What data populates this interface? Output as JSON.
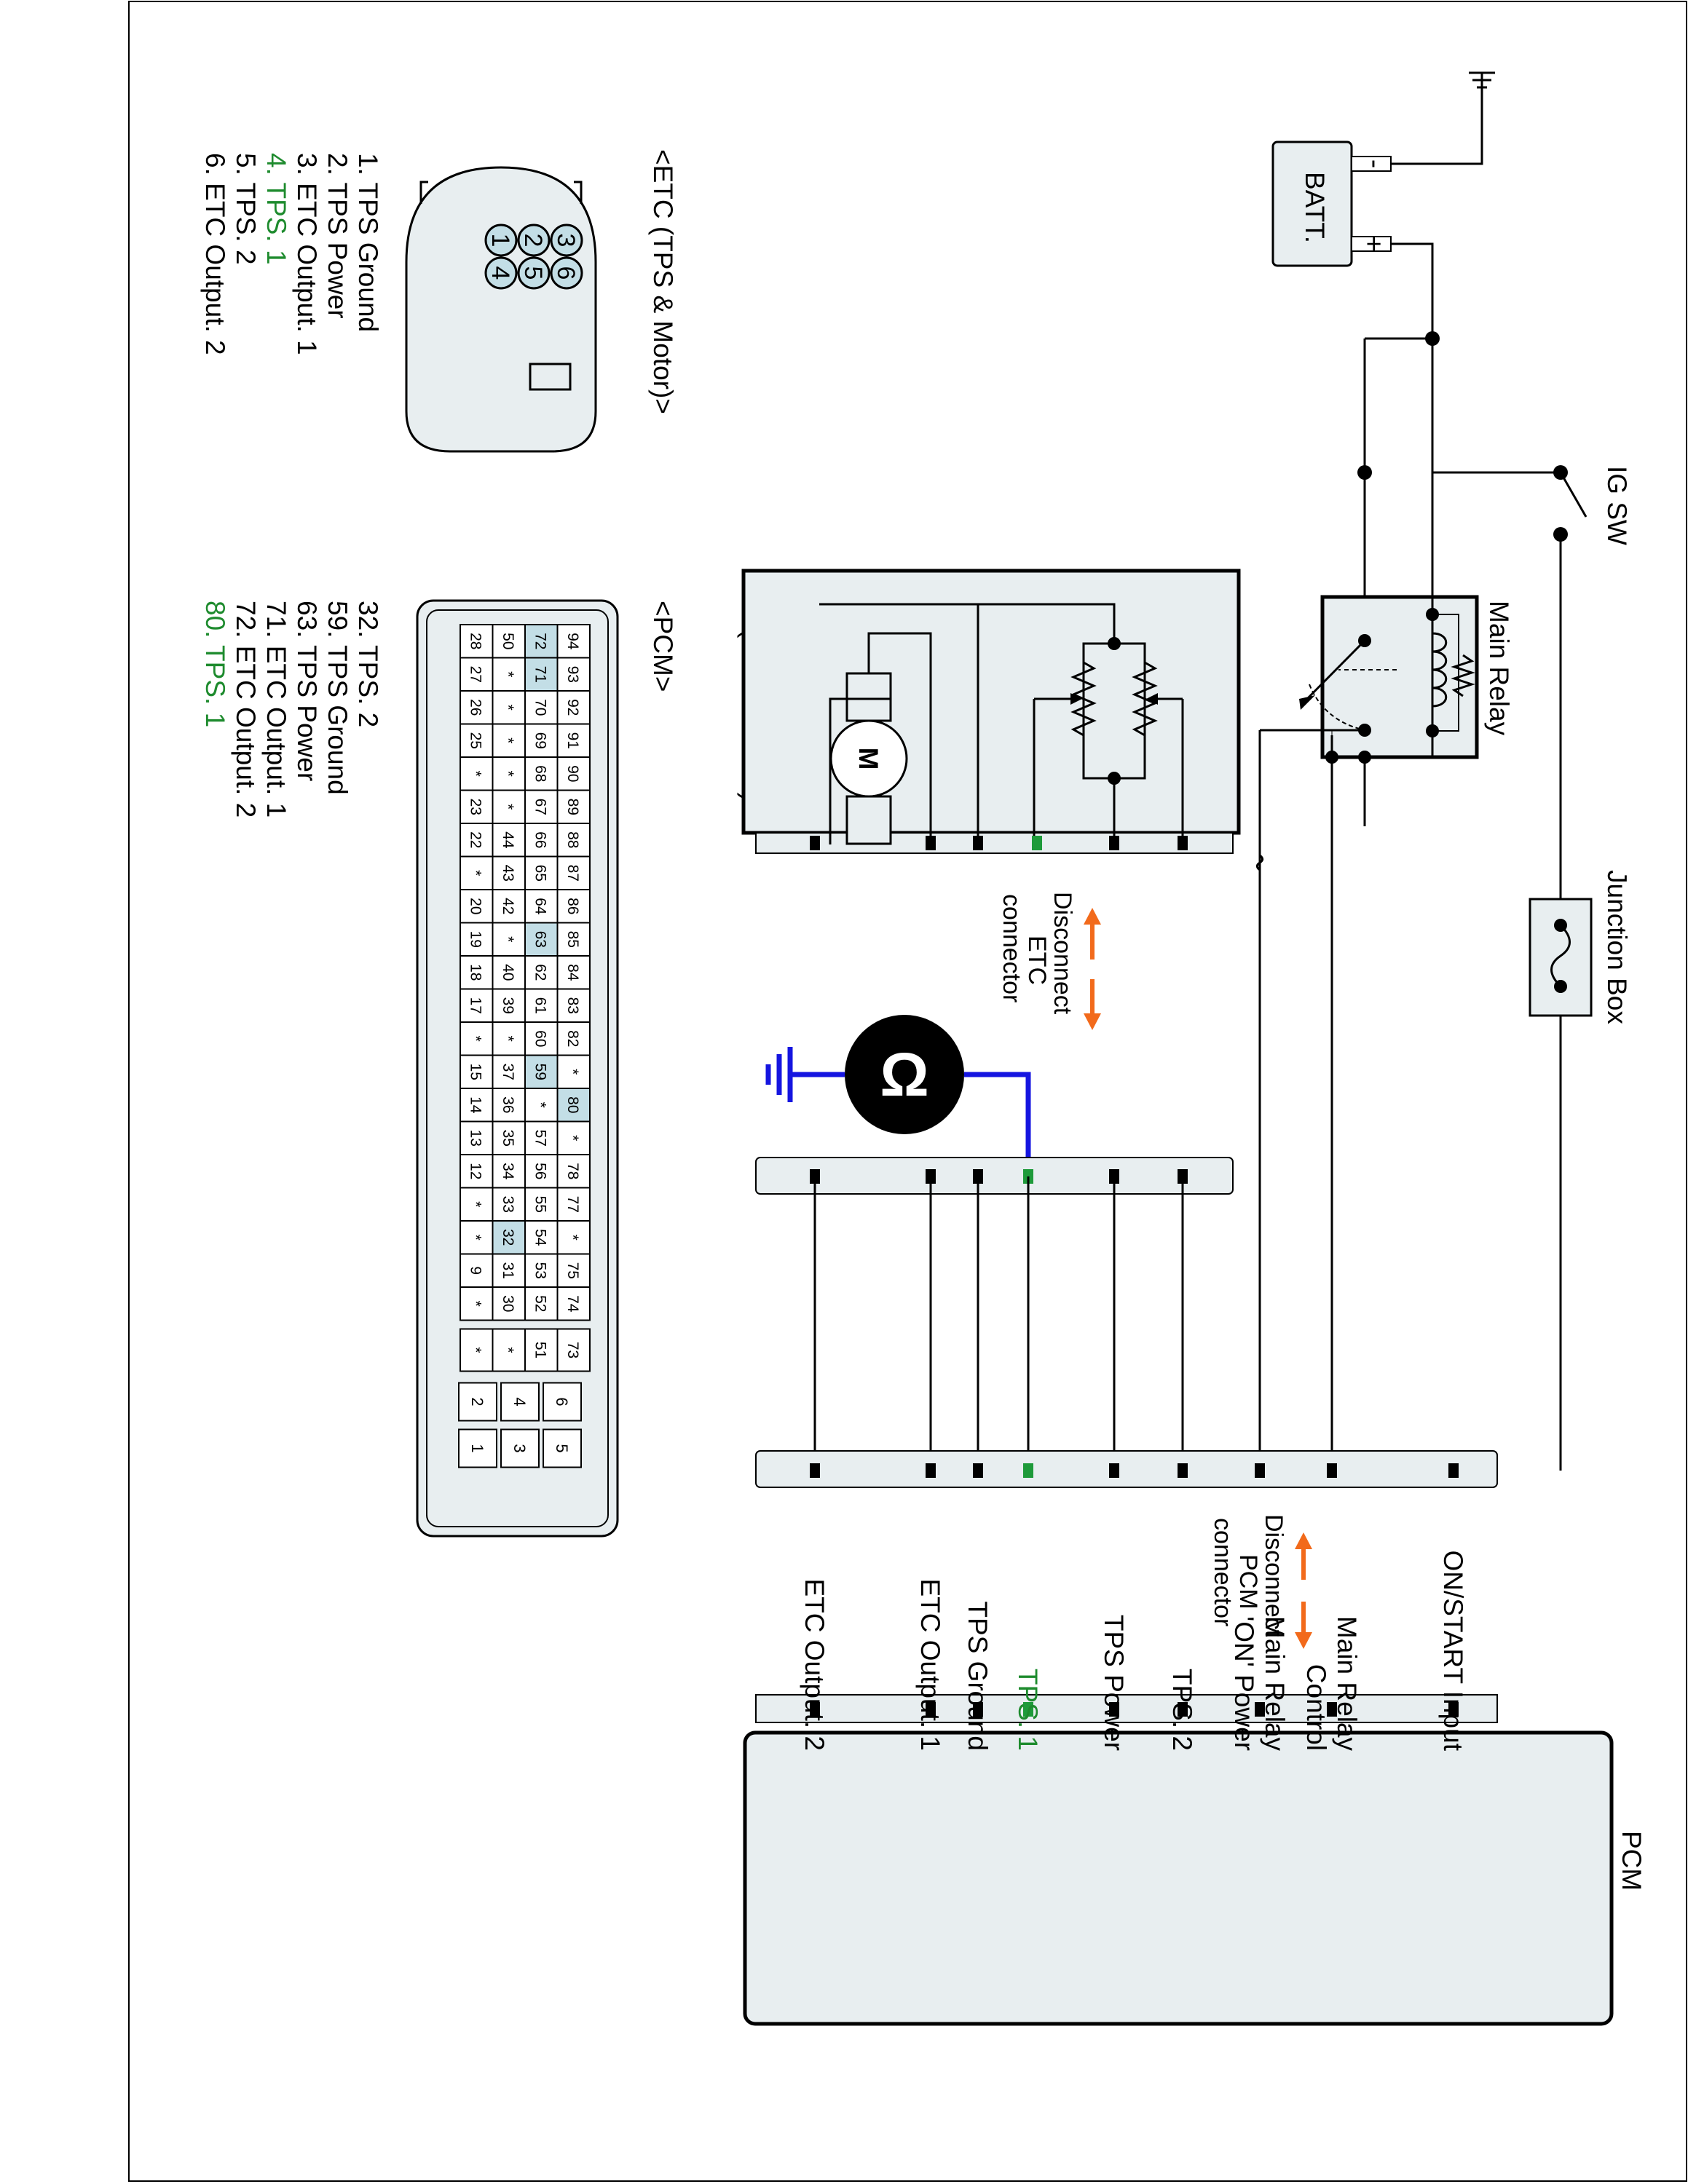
{
  "labels": {
    "ig_sw": "IG SW",
    "batt": "BATT.",
    "batt_plus": "+",
    "batt_minus": "-",
    "main_relay": "Main Relay",
    "junction_box": "Junction Box",
    "etc_component": "ETC (TPS & Motor)",
    "motor": "M",
    "pcm_title": "PCM",
    "ohm_symbol": "Ω",
    "disconnect_etc": [
      "Disconnect",
      "ETC",
      "connector"
    ],
    "disconnect_pcm": [
      "Disconnect",
      "PCM",
      "connector"
    ]
  },
  "pcm_terminals": [
    "ON/START Input",
    "Main Relay Control",
    "Main Relay 'ON' Power",
    "TPS. 2",
    "TPS Power",
    "TPS. 1",
    "TPS Ground",
    "ETC Output. 1",
    "ETC Output. 2"
  ],
  "pcm_terminal_lines": [
    [
      "ON/START Input"
    ],
    [
      "Main Relay",
      "Control"
    ],
    [
      "Main Relay",
      "'ON' Power"
    ],
    [
      "TPS. 2"
    ],
    [
      "TPS Power"
    ],
    [
      "TPS. 1"
    ],
    [
      "TPS Ground"
    ],
    [
      "ETC Output. 1"
    ],
    [
      "ETC Output. 2"
    ]
  ],
  "etc_connector": {
    "title": "<ETC (TPS & Motor)>",
    "pins": [
      {
        "n": "1",
        "name": "TPS Ground",
        "text": "1. TPS Ground",
        "highlight": false
      },
      {
        "n": "2",
        "name": "TPS Power",
        "text": "2. TPS Power",
        "highlight": false
      },
      {
        "n": "3",
        "name": "ETC Output. 1",
        "text": "3. ETC Output. 1",
        "highlight": false
      },
      {
        "n": "4",
        "name": "TPS. 1",
        "text": "4. TPS. 1",
        "highlight": true
      },
      {
        "n": "5",
        "name": "TPS. 2",
        "text": "5. TPS. 2",
        "highlight": false
      },
      {
        "n": "6",
        "name": "ETC Output. 2",
        "text": "6. ETC Output. 2",
        "highlight": false
      }
    ]
  },
  "pcm_connector": {
    "title": "<PCM>",
    "grid_rows": [
      [
        "94",
        "93",
        "92",
        "91",
        "90",
        "89",
        "88",
        "87",
        "86",
        "85",
        "84",
        "83",
        "82",
        "*",
        "80",
        "*",
        "78",
        "77",
        "*",
        "75",
        "74"
      ],
      [
        "72",
        "71",
        "70",
        "69",
        "68",
        "67",
        "66",
        "65",
        "64",
        "63",
        "62",
        "61",
        "60",
        "59",
        "*",
        "57",
        "56",
        "55",
        "54",
        "53",
        "52"
      ],
      [
        "50",
        "*",
        "*",
        "*",
        "*",
        "*",
        "44",
        "43",
        "42",
        "*",
        "40",
        "39",
        "*",
        "37",
        "36",
        "35",
        "34",
        "33",
        "32",
        "31",
        "30"
      ],
      [
        "28",
        "27",
        "26",
        "25",
        "*",
        "23",
        "22",
        "*",
        "20",
        "19",
        "18",
        "17",
        "*",
        "15",
        "14",
        "13",
        "12",
        "*",
        "*",
        "9",
        "*"
      ]
    ],
    "grid_extra": [
      "73",
      "51",
      "*",
      "*"
    ],
    "grid_small": [
      [
        "6",
        "5"
      ],
      [
        "4",
        "3"
      ],
      [
        "2",
        "1"
      ]
    ],
    "highlighted": [
      "32",
      "59",
      "63",
      "71",
      "72",
      "80"
    ],
    "pin_list": [
      {
        "text": "32. TPS. 2",
        "highlight": false
      },
      {
        "text": "59. TPS Ground",
        "highlight": false
      },
      {
        "text": "63. TPS Power",
        "highlight": false
      },
      {
        "text": "71. ETC Output. 1",
        "highlight": false
      },
      {
        "text": "72. ETC Output. 2",
        "highlight": false
      },
      {
        "text": "80. TPS. 1",
        "highlight": true
      }
    ]
  },
  "colors": {
    "highlight_text": "#1e8b2e",
    "highlight_pin": "#1e9a3a",
    "pin_fill": "#c3dee6",
    "panel_fill": "#e8eef0",
    "meter_lead": "#1515e0",
    "arrow": "#f26a1b",
    "line": "#000000"
  }
}
